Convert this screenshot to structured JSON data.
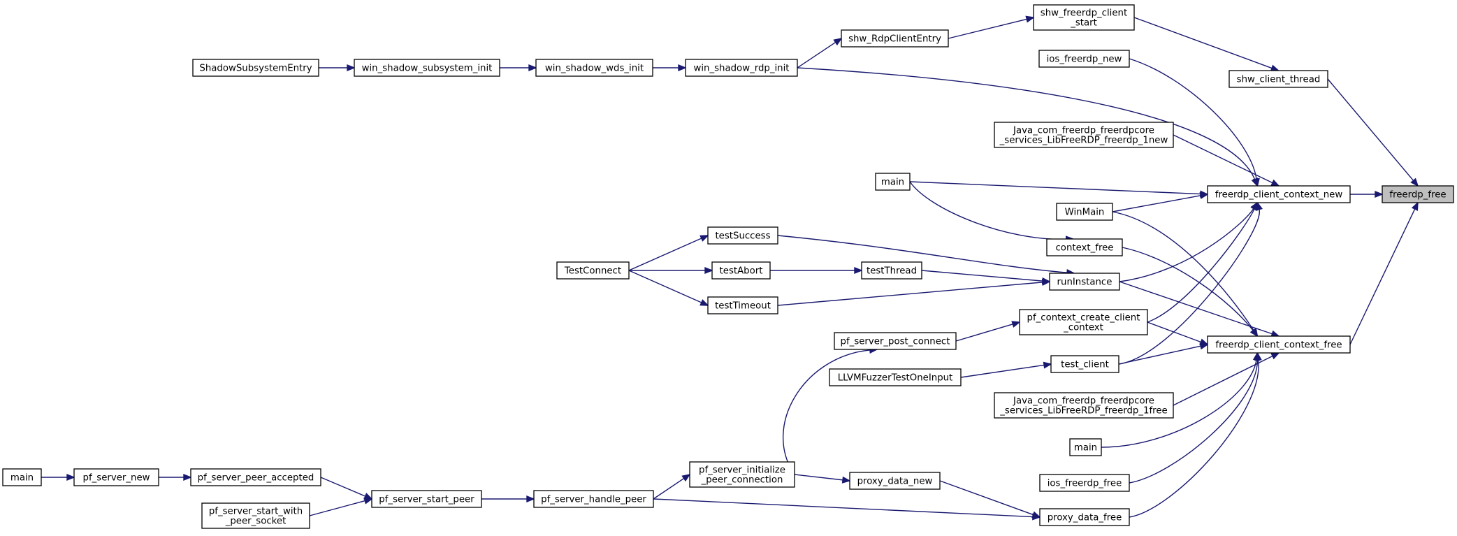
{
  "graph": {
    "target": "freerdp_free",
    "nodes": [
      {
        "id": "freerdp_free",
        "lines": [
          "freerdp_free"
        ],
        "highlight": true
      },
      {
        "id": "freerdp_client_context_new",
        "lines": [
          "freerdp_client_context_new"
        ]
      },
      {
        "id": "freerdp_client_context_free",
        "lines": [
          "freerdp_client_context_free"
        ]
      },
      {
        "id": "shw_client_thread",
        "lines": [
          "shw_client_thread"
        ]
      },
      {
        "id": "shw_freerdp_client_start",
        "lines": [
          "shw_freerdp_client",
          "_start"
        ]
      },
      {
        "id": "shw_RdpClientEntry",
        "lines": [
          "shw_RdpClientEntry"
        ]
      },
      {
        "id": "win_shadow_rdp_init",
        "lines": [
          "win_shadow_rdp_init"
        ]
      },
      {
        "id": "win_shadow_wds_init",
        "lines": [
          "win_shadow_wds_init"
        ]
      },
      {
        "id": "win_shadow_subsystem_init",
        "lines": [
          "win_shadow_subsystem_init"
        ]
      },
      {
        "id": "ShadowSubsystemEntry",
        "lines": [
          "ShadowSubsystemEntry"
        ]
      },
      {
        "id": "ios_freerdp_new",
        "lines": [
          "ios_freerdp_new"
        ]
      },
      {
        "id": "java_new",
        "lines": [
          "Java_com_freerdp_freerdpcore",
          "_services_LibFreeRDP_freerdp_1new"
        ]
      },
      {
        "id": "main_a",
        "lines": [
          "main"
        ]
      },
      {
        "id": "WinMain",
        "lines": [
          "WinMain"
        ]
      },
      {
        "id": "context_free",
        "lines": [
          "context_free"
        ]
      },
      {
        "id": "runInstance",
        "lines": [
          "runInstance"
        ]
      },
      {
        "id": "testSuccess",
        "lines": [
          "testSuccess"
        ]
      },
      {
        "id": "testAbort",
        "lines": [
          "testAbort"
        ]
      },
      {
        "id": "testThread",
        "lines": [
          "testThread"
        ]
      },
      {
        "id": "testTimeout",
        "lines": [
          "testTimeout"
        ]
      },
      {
        "id": "TestConnect",
        "lines": [
          "TestConnect"
        ]
      },
      {
        "id": "pf_context_create_client_context",
        "lines": [
          "pf_context_create_client",
          "_context"
        ]
      },
      {
        "id": "pf_server_post_connect",
        "lines": [
          "pf_server_post_connect"
        ]
      },
      {
        "id": "test_client",
        "lines": [
          "test_client"
        ]
      },
      {
        "id": "LLVMFuzzerTestOneInput",
        "lines": [
          "LLVMFuzzerTestOneInput"
        ]
      },
      {
        "id": "java_free",
        "lines": [
          "Java_com_freerdp_freerdpcore",
          "_services_LibFreeRDP_freerdp_1free"
        ]
      },
      {
        "id": "main_b",
        "lines": [
          "main"
        ]
      },
      {
        "id": "ios_freerdp_free",
        "lines": [
          "ios_freerdp_free"
        ]
      },
      {
        "id": "proxy_data_free",
        "lines": [
          "proxy_data_free"
        ]
      },
      {
        "id": "proxy_data_new",
        "lines": [
          "proxy_data_new"
        ]
      },
      {
        "id": "pf_server_initialize_peer_connection",
        "lines": [
          "pf_server_initialize",
          "_peer_connection"
        ]
      },
      {
        "id": "pf_server_handle_peer",
        "lines": [
          "pf_server_handle_peer"
        ]
      },
      {
        "id": "pf_server_start_peer",
        "lines": [
          "pf_server_start_peer"
        ]
      },
      {
        "id": "pf_server_peer_accepted",
        "lines": [
          "pf_server_peer_accepted"
        ]
      },
      {
        "id": "pf_server_start_with_peer_socket",
        "lines": [
          "pf_server_start_with",
          "_peer_socket"
        ]
      },
      {
        "id": "pf_server_new",
        "lines": [
          "pf_server_new"
        ]
      },
      {
        "id": "main_c",
        "lines": [
          "main"
        ]
      }
    ],
    "edges": [
      {
        "from": "shw_client_thread",
        "to": "freerdp_free"
      },
      {
        "from": "freerdp_client_context_new",
        "to": "freerdp_free"
      },
      {
        "from": "freerdp_client_context_free",
        "to": "freerdp_free"
      },
      {
        "from": "shw_freerdp_client_start",
        "to": "shw_client_thread"
      },
      {
        "from": "shw_RdpClientEntry",
        "to": "shw_freerdp_client_start"
      },
      {
        "from": "win_shadow_rdp_init",
        "to": "shw_RdpClientEntry"
      },
      {
        "from": "win_shadow_wds_init",
        "to": "win_shadow_rdp_init"
      },
      {
        "from": "win_shadow_subsystem_init",
        "to": "win_shadow_wds_init"
      },
      {
        "from": "ShadowSubsystemEntry",
        "to": "win_shadow_subsystem_init"
      },
      {
        "from": "win_shadow_rdp_init",
        "to": "freerdp_client_context_new"
      },
      {
        "from": "ios_freerdp_new",
        "to": "freerdp_client_context_new"
      },
      {
        "from": "java_new",
        "to": "freerdp_client_context_new"
      },
      {
        "from": "main_a",
        "to": "freerdp_client_context_new"
      },
      {
        "from": "WinMain",
        "to": "freerdp_client_context_new"
      },
      {
        "from": "runInstance",
        "to": "freerdp_client_context_new"
      },
      {
        "from": "pf_context_create_client_context",
        "to": "freerdp_client_context_new"
      },
      {
        "from": "test_client",
        "to": "freerdp_client_context_new"
      },
      {
        "from": "WinMain",
        "to": "freerdp_client_context_free"
      },
      {
        "from": "context_free",
        "to": "freerdp_client_context_free"
      },
      {
        "from": "runInstance",
        "to": "freerdp_client_context_free"
      },
      {
        "from": "pf_context_create_client_context",
        "to": "freerdp_client_context_free"
      },
      {
        "from": "test_client",
        "to": "freerdp_client_context_free"
      },
      {
        "from": "java_free",
        "to": "freerdp_client_context_free"
      },
      {
        "from": "main_b",
        "to": "freerdp_client_context_free"
      },
      {
        "from": "ios_freerdp_free",
        "to": "freerdp_client_context_free"
      },
      {
        "from": "proxy_data_free",
        "to": "freerdp_client_context_free"
      },
      {
        "from": "main_a",
        "to": "context_free"
      },
      {
        "from": "testSuccess",
        "to": "runInstance"
      },
      {
        "from": "testThread",
        "to": "runInstance"
      },
      {
        "from": "testTimeout",
        "to": "runInstance"
      },
      {
        "from": "testAbort",
        "to": "testThread"
      },
      {
        "from": "TestConnect",
        "to": "testSuccess"
      },
      {
        "from": "TestConnect",
        "to": "testAbort"
      },
      {
        "from": "TestConnect",
        "to": "testTimeout"
      },
      {
        "from": "pf_server_post_connect",
        "to": "pf_context_create_client_context"
      },
      {
        "from": "LLVMFuzzerTestOneInput",
        "to": "test_client"
      },
      {
        "from": "pf_server_initialize_peer_connection",
        "to": "pf_server_post_connect"
      },
      {
        "from": "pf_server_initialize_peer_connection",
        "to": "proxy_data_new"
      },
      {
        "from": "proxy_data_new",
        "to": "proxy_data_free"
      },
      {
        "from": "pf_server_handle_peer",
        "to": "proxy_data_free"
      },
      {
        "from": "pf_server_handle_peer",
        "to": "pf_server_initialize_peer_connection"
      },
      {
        "from": "pf_server_start_peer",
        "to": "pf_server_handle_peer"
      },
      {
        "from": "pf_server_peer_accepted",
        "to": "pf_server_start_peer"
      },
      {
        "from": "pf_server_start_with_peer_socket",
        "to": "pf_server_start_peer"
      },
      {
        "from": "pf_server_new",
        "to": "pf_server_peer_accepted"
      },
      {
        "from": "main_c",
        "to": "pf_server_new"
      }
    ]
  }
}
